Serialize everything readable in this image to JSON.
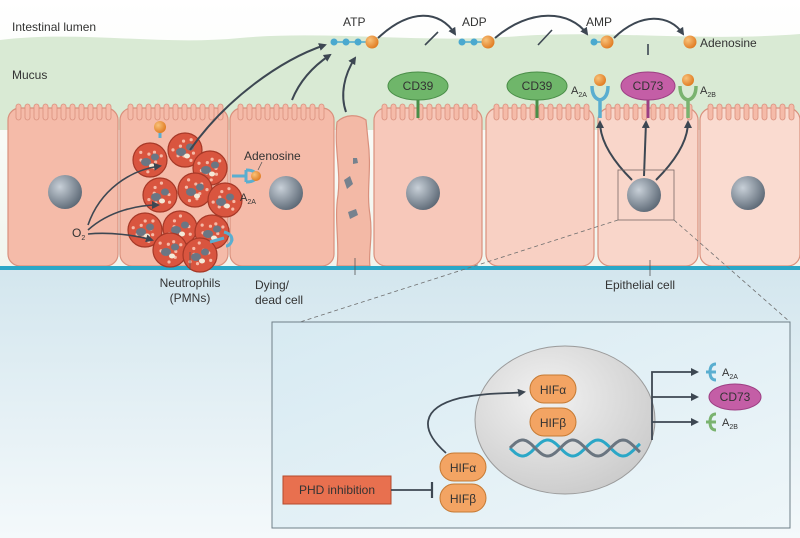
{
  "labels": {
    "lumen": "Intestinal lumen",
    "mucus": "Mucus",
    "atp": "ATP",
    "adp": "ADP",
    "amp": "AMP",
    "adenosine_top": "Adenosine",
    "cd39_1": "CD39",
    "cd39_2": "CD39",
    "cd73_membrane": "CD73",
    "a2a_top": "A",
    "a2a_top_sub": "2A",
    "a2b_top": "A",
    "a2b_top_sub": "2B",
    "adenosine_local": "Adenosine",
    "a2a_local": "A",
    "a2a_local_sub": "2A",
    "o2": "O",
    "o2_sub": "2",
    "neutrophils_1": "Neutrophils",
    "neutrophils_2": "(PMNs)",
    "dying_1": "Dying/",
    "dying_2": "dead cell",
    "epithelial": "Epithelial cell"
  },
  "inset": {
    "hif_alpha_nucleus": "HIFα",
    "hif_beta_nucleus": "HIFβ",
    "hif_alpha_cyto": "HIFα",
    "hif_beta_cyto": "HIFβ",
    "phd_inhibition": "PHD inhibition",
    "a2a": "A",
    "a2a_sub": "2A",
    "cd73": "CD73",
    "a2b": "A",
    "a2b_sub": "2B"
  },
  "colors": {
    "cell_fill": "#f7c2b3",
    "cell_stroke": "#d9907d",
    "mucus": "#d9ead4",
    "cd39": "#6fb66a",
    "cd73": "#c45ea6",
    "hif": "#f3a463",
    "phd": "#e8704f",
    "a2a_receptor": "#5aaed0",
    "a2b_receptor": "#7ab36f",
    "phosphate": "#4aa9cf",
    "adenosine": "#e88a2f",
    "membrane": "#2ba7c7",
    "arrow": "#3d4752",
    "inset_bg": "#dfeef4"
  }
}
